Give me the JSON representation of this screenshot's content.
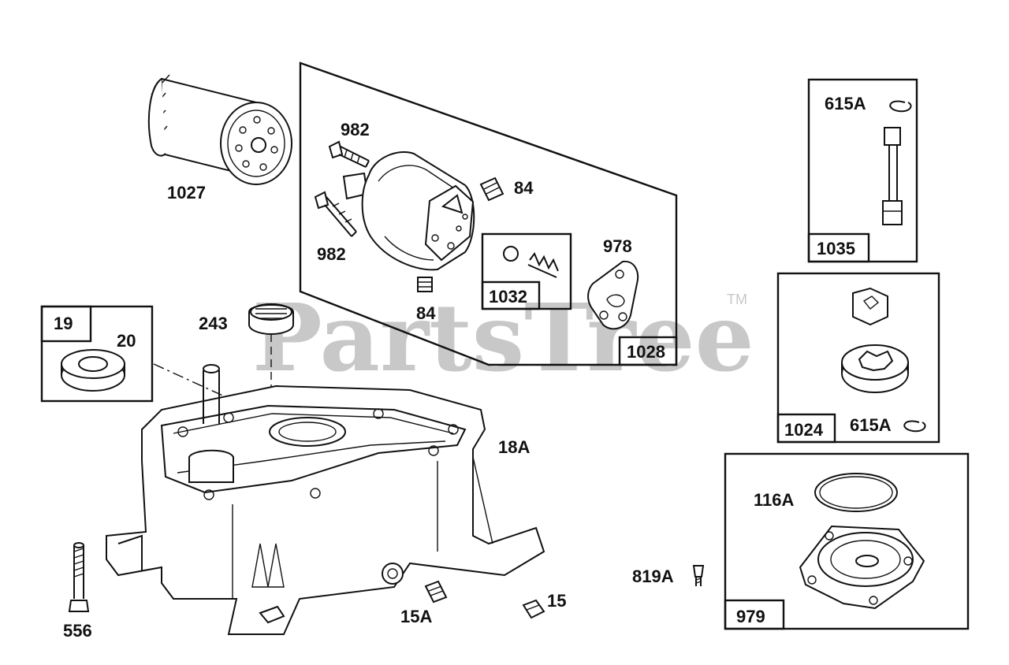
{
  "watermark": {
    "text": "PartsTree",
    "trademark": "TM"
  },
  "parts": {
    "p1027": "1027",
    "p982_top": "982",
    "p982_bottom": "982",
    "p84_right": "84",
    "p84_bottom": "84",
    "p978": "978",
    "p1032": "1032",
    "p1028": "1028",
    "p243": "243",
    "p19": "19",
    "p20": "20",
    "p18A": "18A",
    "p556": "556",
    "p15A": "15A",
    "p15": "15",
    "p615A_top": "615A",
    "p1035": "1035",
    "p1024": "1024",
    "p615A_bottom": "615A",
    "p116A": "116A",
    "p819A": "819A",
    "p979": "979"
  }
}
